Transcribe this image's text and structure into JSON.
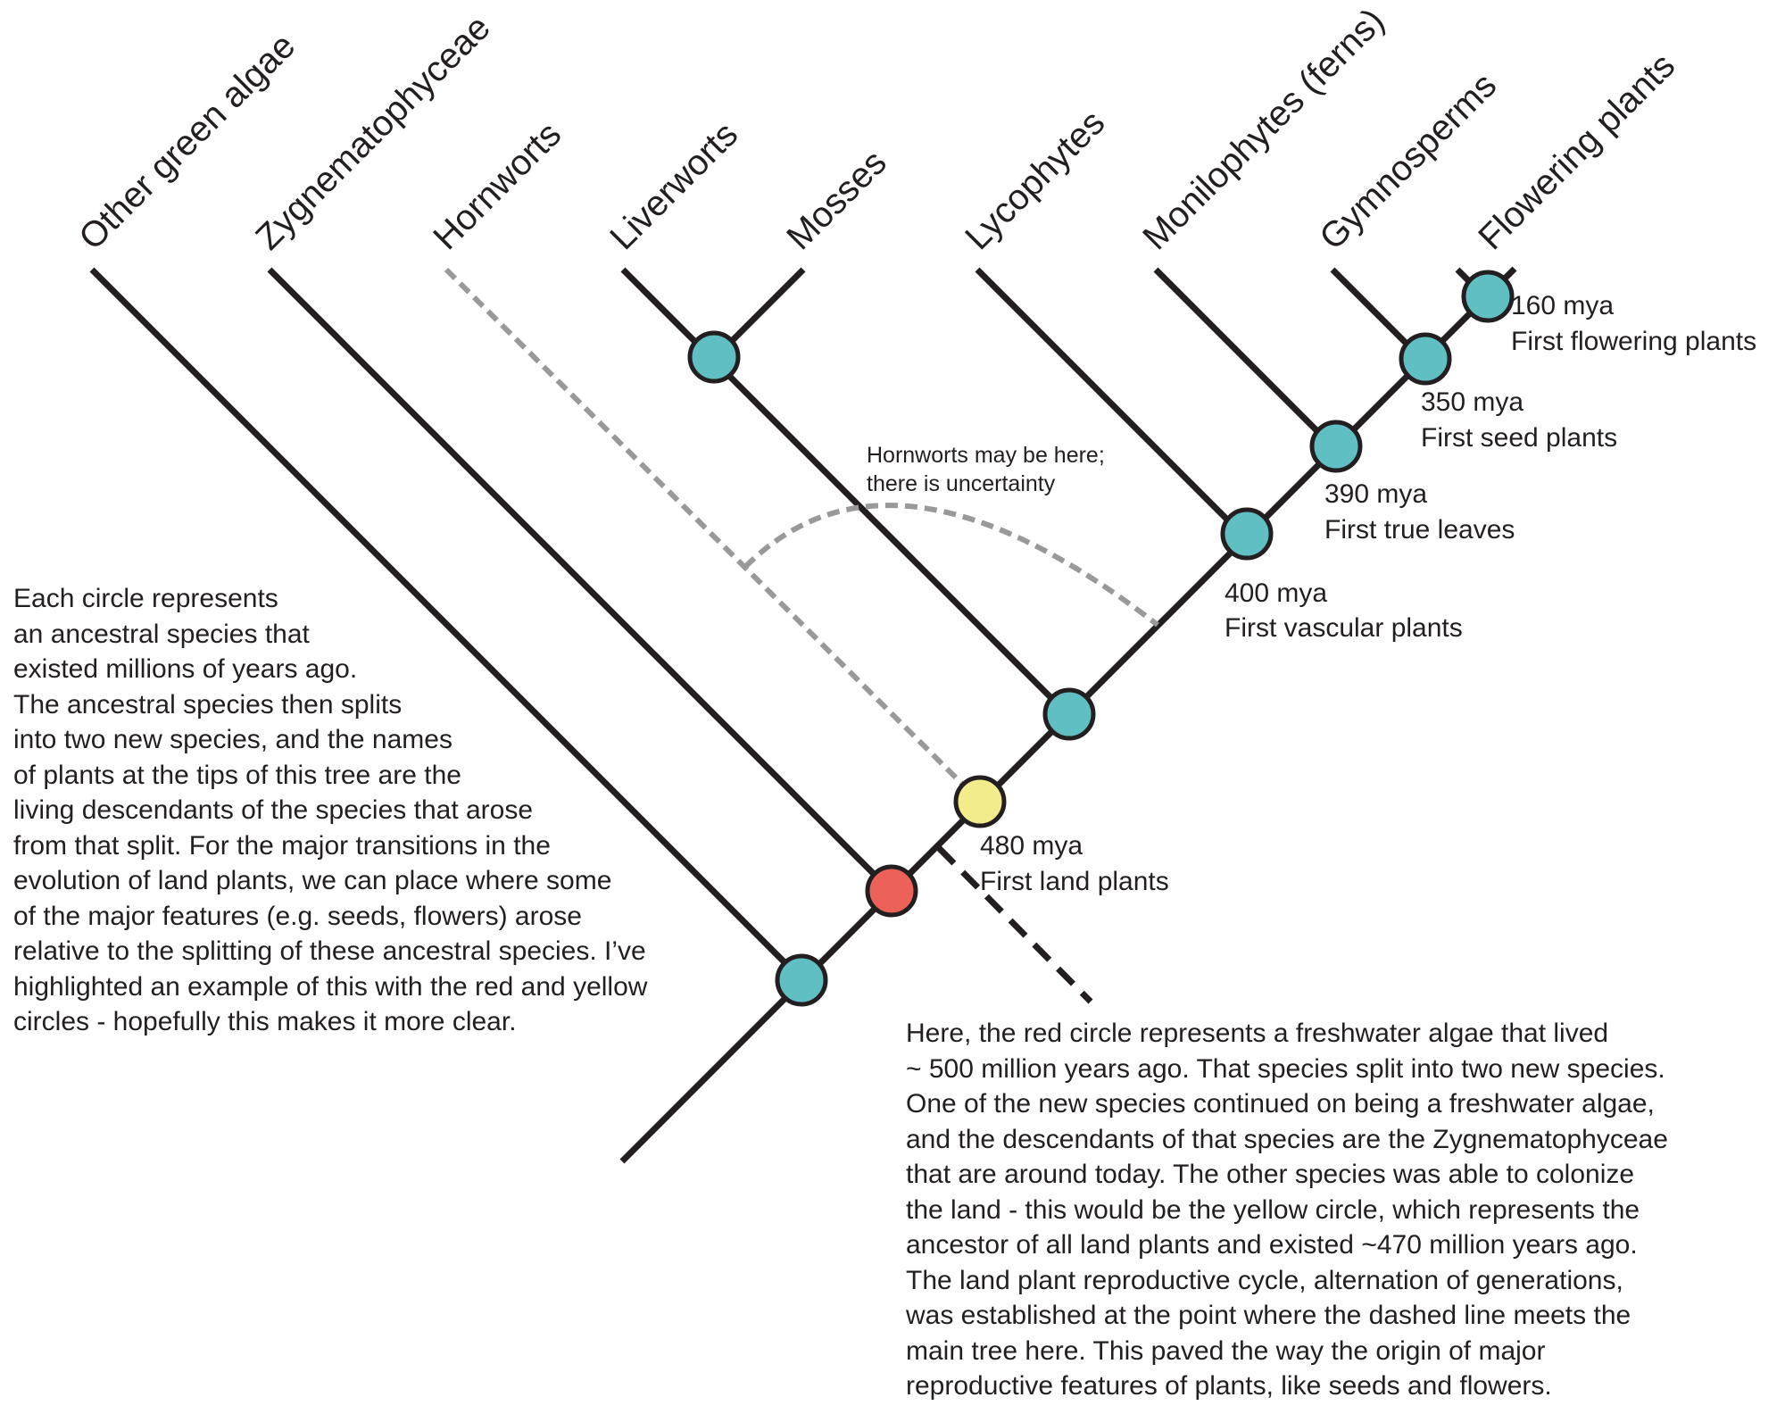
{
  "taxa": [
    "Other green algae",
    "Zygnematophyceae",
    "Hornworts",
    "Liverworts",
    "Mosses",
    "Lycophytes",
    "Monilophytes (ferns)",
    "Gymnosperms",
    "Flowering plants"
  ],
  "nodes": {
    "flowering": {
      "age": "160 mya",
      "event": "First flowering plants"
    },
    "seed": {
      "age": "350 mya",
      "event": "First seed plants"
    },
    "leaves": {
      "age": "390 mya",
      "event": "First true leaves"
    },
    "vascular": {
      "age": "400 mya",
      "event": "First vascular plants"
    },
    "land": {
      "age": "480 mya",
      "event": "First land plants"
    }
  },
  "hornwort_note": [
    "Hornworts may be here;",
    "there is uncertainty"
  ],
  "left_paragraph": [
    "Each circle represents",
    "an ancestral species that",
    "existed millions of years ago.",
    "The ancestral species then splits",
    "into two new species, and the names",
    "of plants at the tips of this tree are the",
    "living descendants of the species that arose",
    "from that split. For the major transitions in the",
    "evolution of land plants, we can place where some",
    "of the major features (e.g. seeds, flowers) arose",
    "relative to the splitting of these ancestral species. I’ve",
    "highlighted an example of this with the red and yellow",
    "circles - hopefully this makes it more clear."
  ],
  "right_paragraph": [
    "Here, the red circle represents a freshwater algae that lived",
    "~ 500 million years ago. That species split into two new species.",
    "One of the new species continued on being a freshwater algae,",
    "and the descendants of that species are the Zygnematophyceae",
    "that are around today. The other species was able to colonize",
    "the land - this would be the yellow circle, which represents the",
    "ancestor of all land plants and existed ~470 million years ago.",
    "The land plant reproductive cycle, alternation of generations,",
    "was established at the point where the dashed line meets the",
    "main tree here. This paved the way the origin of major",
    "reproductive features of plants, like seeds and flowers."
  ],
  "colors": {
    "line": "#231f20",
    "node": "#5fbfc2",
    "red_node": "#ec6259",
    "yellow_node": "#f3ec8a",
    "dashed": "#999999"
  }
}
